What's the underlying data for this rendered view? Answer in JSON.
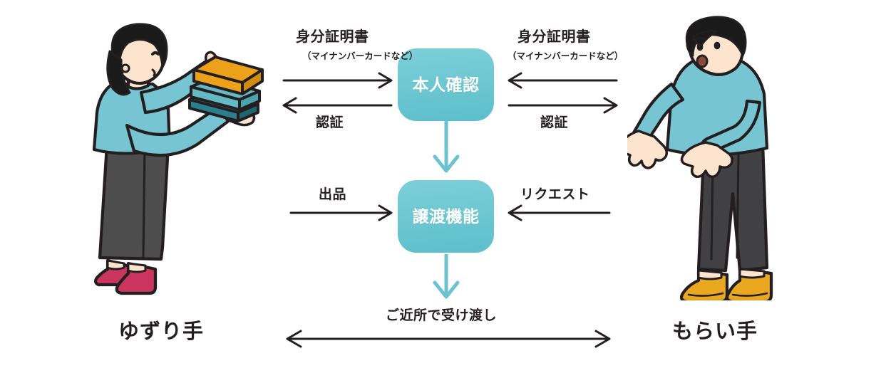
{
  "diagram": {
    "title_alt": "",
    "colors": {
      "node_fill_top": "#7ccfd8",
      "node_fill_bottom": "#5cbfcb",
      "node_text": "#ffffff",
      "arrow_black": "#231f20",
      "arrow_teal": "#6cc3d0",
      "skin": "#fce4cf",
      "hair": "#1a1a1a",
      "shirt_teal": "#77c5d3",
      "skirt_gray": "#4d4d4d",
      "pants_gray": "#414042",
      "shoe_pink": "#c9355f",
      "shoe_yellow": "#e9a81f",
      "book_orange": "#eda11b",
      "book_teal": "#63b9c4",
      "book_dark_teal": "#2b7f8c",
      "outline": "#231f20",
      "background": "#ffffff"
    },
    "nodes": [
      {
        "id": "identity",
        "label": "本人確認"
      },
      {
        "id": "transfer",
        "label": "譲渡機能"
      }
    ],
    "actors": [
      {
        "id": "giver",
        "label": "ゆずり手",
        "side": "left"
      },
      {
        "id": "receiver",
        "label": "もらい手",
        "side": "right"
      }
    ],
    "flows": {
      "left_top": {
        "title": "身分証明書",
        "subtitle": "（マイナンバーカードなど）",
        "direction": "right"
      },
      "left_return": {
        "label": "認証",
        "direction": "left"
      },
      "right_top": {
        "title": "身分証明書",
        "subtitle": "（マイナンバーカードなど）",
        "direction": "left"
      },
      "right_return": {
        "label": "認証",
        "direction": "right"
      },
      "left_mid": {
        "label": "出品",
        "direction": "right"
      },
      "right_mid": {
        "label": "リクエスト",
        "direction": "left"
      },
      "bottom": {
        "label": "ご近所で受け渡し",
        "direction": "both"
      }
    },
    "vertical_connectors": [
      {
        "from": "identity",
        "to": "transfer",
        "direction": "down"
      },
      {
        "from": "transfer",
        "to": "bottom-handoff",
        "direction": "down"
      }
    ]
  }
}
